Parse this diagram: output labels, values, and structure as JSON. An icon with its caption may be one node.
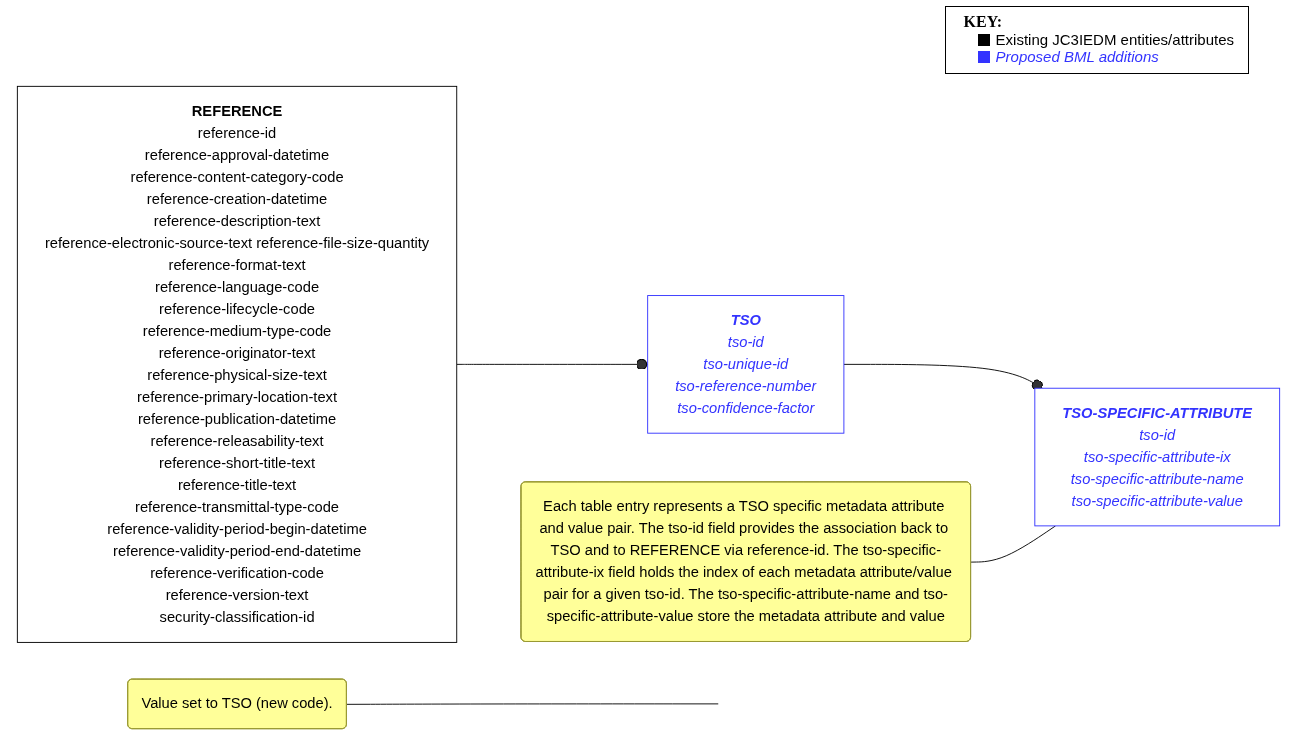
{
  "diagram": {
    "nodes": [
      {
        "text": [
          "REFERENCE",
          "reference-id",
          "reference-approval-datetime",
          "reference-content-category-code",
          "reference-creation-datetime",
          "reference-description-text",
          "reference-electronic-source-text reference-file-size-quantity",
          "reference-format-text",
          "reference-language-code",
          "reference-lifecycle-code",
          "reference-medium-type-code",
          "reference-originator-text",
          "reference-physical-size-text",
          "reference-primary-location-text",
          "reference-publication-datetime",
          "reference-releasability-text",
          "reference-short-title-text",
          "reference-title-text",
          "reference-transmittal-type-code",
          "reference-validity-period-begin-datetime",
          "reference-validity-period-end-datetime",
          "reference-verification-code",
          "reference-version-text",
          "security-classification-id"
        ]
      },
      {
        "text": [
          "Value set to TSO (new code)."
        ]
      },
      {
        "text": [
          "TSO",
          "tso-id",
          "tso-unique-id",
          "tso-reference-number",
          "tso-confidence-factor"
        ]
      },
      {
        "text": [
          "TSO-SPECIFIC-ATTRIBUTE",
          "tso-id",
          "tso-specific-attribute-ix",
          "tso-specific-attribute-name",
          "tso-specific-attribute-value"
        ]
      },
      {
        "text": [
          "Each table entry represents a TSO specific metadata attribute and value pair. The tso-id field provides the association back to TSO and to REFERENCE via reference-id. The tso-specific-attribute-ix field holds the index of each metadata attribute/value pair for a given tso-id. The tso-specific-attribute-name and tso-specific-attribute-value store the metadata attribute and value"
        ]
      }
    ],
    "edges": [
      {
        "from": 0,
        "to": 2,
        "arrow": "other"
      },
      {
        "from": 2,
        "to": 3,
        "arrow": "other"
      },
      {
        "from": 1,
        "to": null,
        "arrow": "none"
      },
      {
        "from": 4,
        "to": 3,
        "arrow": "none"
      }
    ],
    "labels": [
      "KEY:"
    ],
    "legend": [
      {
        "text": "Existing JC3IEDM entities/attributes",
        "color": "#000000"
      },
      {
        "text": "Proposed BML additions",
        "color": "#3333ff"
      }
    ]
  }
}
